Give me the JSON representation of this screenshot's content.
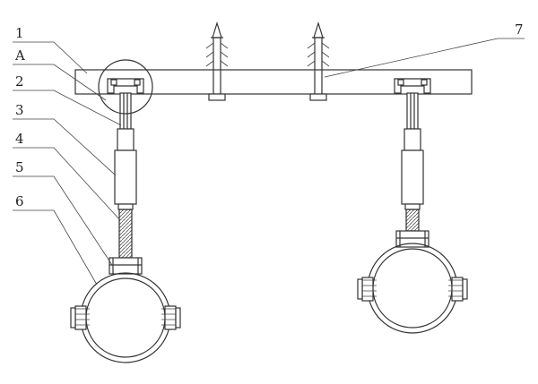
{
  "drawing": {
    "background": "#ffffff",
    "line_color": "#333333"
  },
  "callouts": [
    {
      "label": "1",
      "part": "crossbeam"
    },
    {
      "label": "A",
      "part": "detail-circle"
    },
    {
      "label": "2",
      "part": "upper-rod"
    },
    {
      "label": "3",
      "part": "sleeve"
    },
    {
      "label": "4",
      "part": "threaded-rod"
    },
    {
      "label": "5",
      "part": "clamp-head"
    },
    {
      "label": "6",
      "part": "pipe-clamp"
    },
    {
      "label": "7",
      "part": "anchor-bolt"
    }
  ]
}
